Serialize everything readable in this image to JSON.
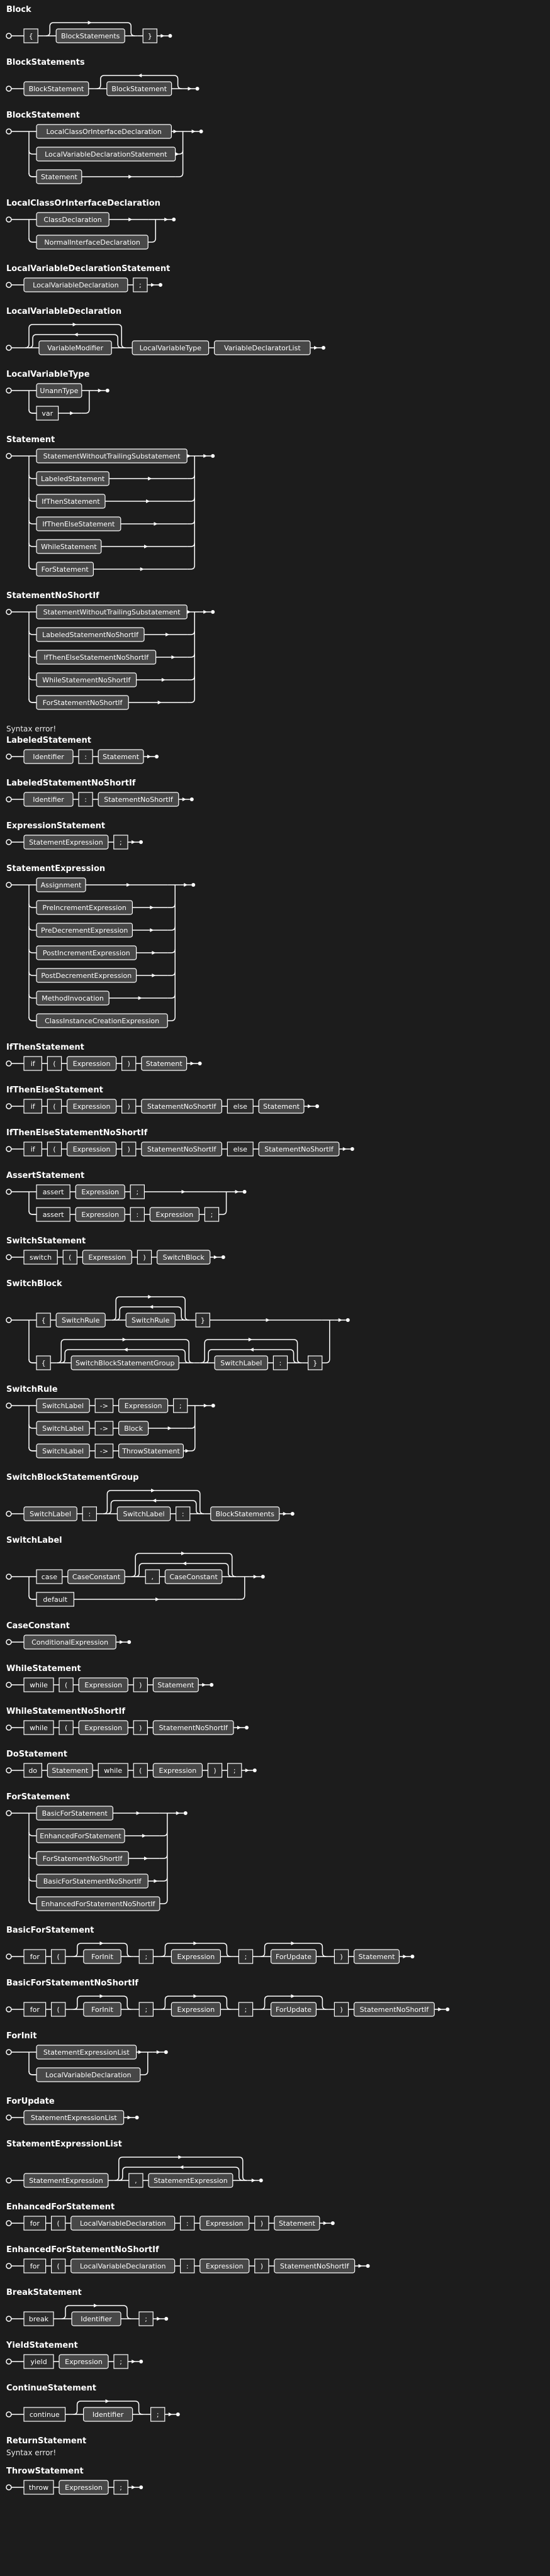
{
  "rules": [
    {
      "title": "Block",
      "items": [
        {
          "type": "seq",
          "items": [
            {
              "t": "{"
            },
            {
              "type": "opt",
              "item": {
                "nt": "BlockStatements"
              }
            },
            {
              "t": "}"
            }
          ]
        }
      ]
    },
    {
      "title": "BlockStatements",
      "items": [
        {
          "nt": "BlockStatement"
        },
        {
          "type": "rep",
          "item": {
            "nt": "BlockStatement"
          }
        }
      ]
    },
    {
      "title": "BlockStatement",
      "items": [
        {
          "type": "choice",
          "items": [
            {
              "nt": "LocalClassOrInterfaceDeclaration"
            },
            {
              "nt": "LocalVariableDeclarationStatement"
            },
            {
              "nt": "Statement"
            }
          ]
        }
      ]
    },
    {
      "title": "LocalClassOrInterfaceDeclaration",
      "items": [
        {
          "type": "choice",
          "items": [
            {
              "nt": "ClassDeclaration"
            },
            {
              "nt": "NormalInterfaceDeclaration"
            }
          ]
        }
      ]
    },
    {
      "title": "LocalVariableDeclarationStatement",
      "items": [
        {
          "nt": "LocalVariableDeclaration"
        },
        {
          "t": ";"
        }
      ]
    },
    {
      "title": "LocalVariableDeclaration",
      "items": [
        {
          "type": "rep0",
          "item": {
            "nt": "VariableModifier"
          }
        },
        {
          "nt": "LocalVariableType"
        },
        {
          "nt": "VariableDeclaratorList"
        }
      ]
    },
    {
      "title": "LocalVariableType",
      "items": [
        {
          "type": "choice",
          "items": [
            {
              "nt": "UnannType"
            },
            {
              "t": "var"
            }
          ]
        }
      ]
    },
    {
      "title": "Statement",
      "items": [
        {
          "type": "choice",
          "items": [
            {
              "nt": "StatementWithoutTrailingSubstatement"
            },
            {
              "nt": "LabeledStatement"
            },
            {
              "nt": "IfThenStatement"
            },
            {
              "nt": "IfThenElseStatement"
            },
            {
              "nt": "WhileStatement"
            },
            {
              "nt": "ForStatement"
            }
          ]
        }
      ]
    },
    {
      "title": "StatementNoShortIf",
      "items": [
        {
          "type": "choice",
          "items": [
            {
              "nt": "StatementWithoutTrailingSubstatement"
            },
            {
              "nt": "LabeledStatementNoShortIf"
            },
            {
              "nt": "IfThenElseStatementNoShortIf"
            },
            {
              "nt": "WhileStatementNoShortIf"
            },
            {
              "nt": "ForStatementNoShortIf"
            }
          ]
        }
      ]
    },
    {
      "title": "Syntax error!",
      "error": true
    },
    {
      "title": "LabeledStatement",
      "items": [
        {
          "nt": "Identifier"
        },
        {
          "t": ":"
        },
        {
          "nt": "Statement"
        }
      ]
    },
    {
      "title": "LabeledStatementNoShortIf",
      "items": [
        {
          "nt": "Identifier"
        },
        {
          "t": ":"
        },
        {
          "nt": "StatementNoShortIf"
        }
      ]
    },
    {
      "title": "ExpressionStatement",
      "items": [
        {
          "nt": "StatementExpression"
        },
        {
          "t": ";"
        }
      ]
    },
    {
      "title": "StatementExpression",
      "items": [
        {
          "type": "choice",
          "items": [
            {
              "nt": "Assignment"
            },
            {
              "nt": "PreIncrementExpression"
            },
            {
              "nt": "PreDecrementExpression"
            },
            {
              "nt": "PostIncrementExpression"
            },
            {
              "nt": "PostDecrementExpression"
            },
            {
              "nt": "MethodInvocation"
            },
            {
              "nt": "ClassInstanceCreationExpression"
            }
          ]
        }
      ]
    },
    {
      "title": "IfThenStatement",
      "items": [
        {
          "t": "if"
        },
        {
          "t": "("
        },
        {
          "nt": "Expression"
        },
        {
          "t": ")"
        },
        {
          "nt": "Statement"
        }
      ]
    },
    {
      "title": "IfThenElseStatement",
      "items": [
        {
          "t": "if"
        },
        {
          "t": "("
        },
        {
          "nt": "Expression"
        },
        {
          "t": ")"
        },
        {
          "nt": "StatementNoShortIf"
        },
        {
          "t": "else"
        },
        {
          "nt": "Statement"
        }
      ]
    },
    {
      "title": "IfThenElseStatementNoShortIf",
      "items": [
        {
          "t": "if"
        },
        {
          "t": "("
        },
        {
          "nt": "Expression"
        },
        {
          "t": ")"
        },
        {
          "nt": "StatementNoShortIf"
        },
        {
          "t": "else"
        },
        {
          "nt": "StatementNoShortIf"
        }
      ]
    },
    {
      "title": "AssertStatement",
      "items": [
        {
          "type": "choice",
          "items": [
            {
              "type": "seq",
              "items": [
                {
                  "t": "assert"
                },
                {
                  "nt": "Expression"
                },
                {
                  "t": ";"
                }
              ]
            },
            {
              "type": "seq",
              "items": [
                {
                  "t": "assert"
                },
                {
                  "nt": "Expression"
                },
                {
                  "t": ":"
                },
                {
                  "nt": "Expression"
                },
                {
                  "t": ";"
                }
              ]
            }
          ]
        }
      ]
    },
    {
      "title": "SwitchStatement",
      "items": [
        {
          "t": "switch"
        },
        {
          "t": "("
        },
        {
          "nt": "Expression"
        },
        {
          "t": ")"
        },
        {
          "nt": "SwitchBlock"
        }
      ]
    },
    {
      "title": "SwitchBlock",
      "items": [
        {
          "type": "choice",
          "items": [
            {
              "type": "seq",
              "items": [
                {
                  "t": "{"
                },
                {
                  "nt": "SwitchRule"
                },
                {
                  "type": "rep0",
                  "item": {
                    "nt": "SwitchRule"
                  }
                },
                {
                  "t": "}"
                }
              ]
            },
            {
              "type": "seq",
              "items": [
                {
                  "t": "{"
                },
                {
                  "type": "rep0",
                  "item": {
                    "nt": "SwitchBlockStatementGroup"
                  }
                },
                {
                  "type": "rep0",
                  "item": {
                    "type": "seq",
                    "items": [
                      {
                        "nt": "SwitchLabel"
                      },
                      {
                        "t": ":"
                      }
                    ]
                  }
                },
                {
                  "t": "}"
                }
              ]
            }
          ]
        }
      ]
    },
    {
      "title": "SwitchRule",
      "items": [
        {
          "type": "choice",
          "items": [
            {
              "type": "seq",
              "items": [
                {
                  "nt": "SwitchLabel"
                },
                {
                  "t": "->"
                },
                {
                  "nt": "Expression"
                },
                {
                  "t": ";"
                }
              ]
            },
            {
              "type": "seq",
              "items": [
                {
                  "nt": "SwitchLabel"
                },
                {
                  "t": "->"
                },
                {
                  "nt": "Block"
                }
              ]
            },
            {
              "type": "seq",
              "items": [
                {
                  "nt": "SwitchLabel"
                },
                {
                  "t": "->"
                },
                {
                  "nt": "ThrowStatement"
                }
              ]
            }
          ]
        }
      ]
    },
    {
      "title": "SwitchBlockStatementGroup",
      "items": [
        {
          "nt": "SwitchLabel"
        },
        {
          "t": ":"
        },
        {
          "type": "rep0",
          "item": {
            "type": "seq",
            "items": [
              {
                "nt": "SwitchLabel"
              },
              {
                "t": ":"
              }
            ]
          }
        },
        {
          "nt": "BlockStatements"
        }
      ]
    },
    {
      "title": "SwitchLabel",
      "items": [
        {
          "type": "choice",
          "items": [
            {
              "type": "seq",
              "items": [
                {
                  "t": "case"
                },
                {
                  "nt": "CaseConstant"
                },
                {
                  "type": "rep0",
                  "item": {
                    "type": "seq",
                    "items": [
                      {
                        "t": ","
                      },
                      {
                        "nt": "CaseConstant"
                      }
                    ]
                  }
                }
              ]
            },
            {
              "t": "default"
            }
          ]
        }
      ]
    },
    {
      "title": "CaseConstant",
      "items": [
        {
          "nt": "ConditionalExpression"
        }
      ]
    },
    {
      "title": "WhileStatement",
      "items": [
        {
          "t": "while"
        },
        {
          "t": "("
        },
        {
          "nt": "Expression"
        },
        {
          "t": ")"
        },
        {
          "nt": "Statement"
        }
      ]
    },
    {
      "title": "WhileStatementNoShortIf",
      "items": [
        {
          "t": "while"
        },
        {
          "t": "("
        },
        {
          "nt": "Expression"
        },
        {
          "t": ")"
        },
        {
          "nt": "StatementNoShortIf"
        }
      ]
    },
    {
      "title": "DoStatement",
      "items": [
        {
          "t": "do"
        },
        {
          "nt": "Statement"
        },
        {
          "t": "while"
        },
        {
          "t": "("
        },
        {
          "nt": "Expression"
        },
        {
          "t": ")"
        },
        {
          "t": ";"
        }
      ]
    },
    {
      "title": "ForStatement",
      "items": [
        {
          "type": "choice",
          "items": [
            {
              "nt": "BasicForStatement"
            },
            {
              "nt": "EnhancedForStatement"
            },
            {
              "nt": "ForStatementNoShortIf"
            },
            {
              "nt": "BasicForStatementNoShortIf"
            },
            {
              "nt": "EnhancedForStatementNoShortIf"
            }
          ]
        }
      ]
    },
    {
      "title": "BasicForStatement",
      "items": [
        {
          "t": "for"
        },
        {
          "t": "("
        },
        {
          "type": "opt",
          "item": {
            "nt": "ForInit"
          }
        },
        {
          "t": ";"
        },
        {
          "type": "opt",
          "item": {
            "nt": "Expression"
          }
        },
        {
          "t": ";"
        },
        {
          "type": "opt",
          "item": {
            "nt": "ForUpdate"
          }
        },
        {
          "t": ")"
        },
        {
          "nt": "Statement"
        }
      ]
    },
    {
      "title": "BasicForStatementNoShortIf",
      "items": [
        {
          "t": "for"
        },
        {
          "t": "("
        },
        {
          "type": "opt",
          "item": {
            "nt": "ForInit"
          }
        },
        {
          "t": ";"
        },
        {
          "type": "opt",
          "item": {
            "nt": "Expression"
          }
        },
        {
          "t": ";"
        },
        {
          "type": "opt",
          "item": {
            "nt": "ForUpdate"
          }
        },
        {
          "t": ")"
        },
        {
          "nt": "StatementNoShortIf"
        }
      ]
    },
    {
      "title": "ForInit",
      "items": [
        {
          "type": "choice",
          "items": [
            {
              "nt": "StatementExpressionList"
            },
            {
              "nt": "LocalVariableDeclaration"
            }
          ]
        }
      ]
    },
    {
      "title": "ForUpdate",
      "items": [
        {
          "nt": "StatementExpressionList"
        }
      ]
    },
    {
      "title": "StatementExpressionList",
      "items": [
        {
          "nt": "StatementExpression"
        },
        {
          "type": "rep0",
          "item": {
            "type": "seq",
            "items": [
              {
                "t": ","
              },
              {
                "nt": "StatementExpression"
              }
            ]
          }
        }
      ]
    },
    {
      "title": "EnhancedForStatement",
      "items": [
        {
          "t": "for"
        },
        {
          "t": "("
        },
        {
          "nt": "LocalVariableDeclaration"
        },
        {
          "t": ":"
        },
        {
          "nt": "Expression"
        },
        {
          "t": ")"
        },
        {
          "nt": "Statement"
        }
      ]
    },
    {
      "title": "EnhancedForStatementNoShortIf",
      "items": [
        {
          "t": "for"
        },
        {
          "t": "("
        },
        {
          "nt": "LocalVariableDeclaration"
        },
        {
          "t": ":"
        },
        {
          "nt": "Expression"
        },
        {
          "t": ")"
        },
        {
          "nt": "StatementNoShortIf"
        }
      ]
    },
    {
      "title": "BreakStatement",
      "items": [
        {
          "t": "break"
        },
        {
          "type": "opt",
          "item": {
            "nt": "Identifier"
          }
        },
        {
          "t": ";"
        }
      ]
    },
    {
      "title": "YieldStatement",
      "items": [
        {
          "t": "yield"
        },
        {
          "nt": "Expression"
        },
        {
          "t": ";"
        }
      ]
    },
    {
      "title": "ContinueStatement",
      "items": [
        {
          "t": "continue"
        },
        {
          "type": "opt",
          "item": {
            "nt": "Identifier"
          }
        },
        {
          "t": ";"
        }
      ]
    },
    {
      "title": "ReturnStatement",
      "error": true,
      "errorText": "Syntax error!"
    },
    {
      "title": "ThrowStatement",
      "items": [
        {
          "t": "throw"
        },
        {
          "nt": "Expression"
        },
        {
          "t": ";"
        }
      ]
    }
  ],
  "colors": {
    "background": "#1c1c1c",
    "line": "#ffffff",
    "nonterminal_fill": "#474747",
    "terminal_fill": "#2c2c2c",
    "text": "#ffffff"
  }
}
